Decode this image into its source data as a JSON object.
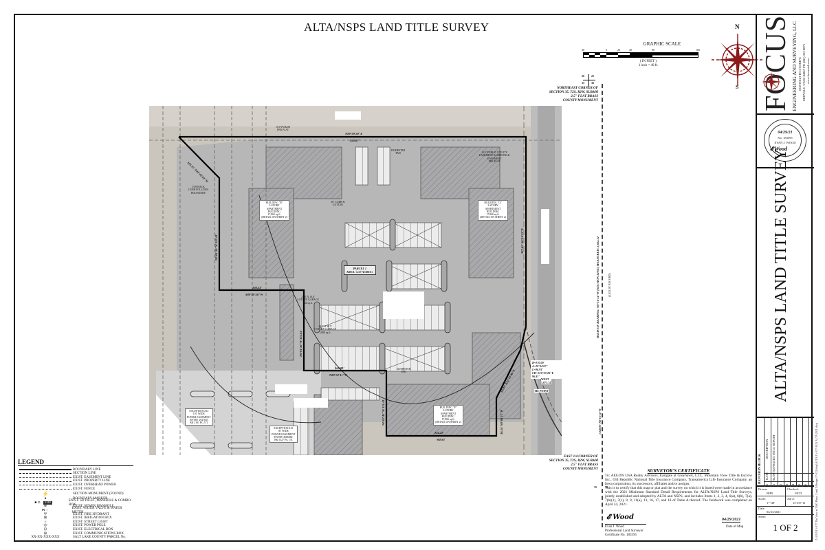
{
  "document": {
    "title": "ALTA/NSPS LAND TITLE SURVEY",
    "sheet": "1 OF 2"
  },
  "graphic_scale": {
    "title": "GRAPHIC SCALE",
    "ticks": [
      "40",
      "0",
      "20",
      "40",
      "80",
      "160"
    ],
    "units": "( IN FEET )",
    "ratio": "1 inch = 40 ft."
  },
  "compass": {
    "north": "N",
    "south": "S",
    "color": "#8b1a1a"
  },
  "firm": {
    "logo": "FOCUS",
    "name": "ENGINEERING AND SURVEYING, LLC",
    "address1": "6949 HIGH TECH DRIVE",
    "address2": "MIDVALE, UTAH 84047  PH (801) 352-0075",
    "web": "www.focusutah.com"
  },
  "seal": {
    "ring": "PROFESSIONAL LAND SURVEYOR",
    "date": "04/29/21",
    "license": "No. 183595",
    "name": "EVAN J. WOOD",
    "state": "STATE OF UTAH"
  },
  "revision_block": {
    "title": "REVISION BLOCK",
    "headers": [
      "#",
      "DATE",
      "DESCRIPTION"
    ],
    "rows": [
      {
        "num": "1",
        "date": "04/29/21",
        "desc": "UPDATED TITLE REPORT"
      },
      {
        "num": "2",
        "date": "",
        "desc": ""
      },
      {
        "num": "3",
        "date": "",
        "desc": ""
      },
      {
        "num": "4",
        "date": "",
        "desc": ""
      },
      {
        "num": "5",
        "date": "",
        "desc": ""
      },
      {
        "num": "6",
        "date": "",
        "desc": ""
      }
    ]
  },
  "sheet_info": {
    "drawn_label": "Drawn:",
    "drawn": "BHX",
    "checked_label": "Checked:",
    "checked": "BCD",
    "scale_label": "Scale:",
    "scale": "1\"=40'",
    "job_label": "Job #:",
    "job": "15-337-11",
    "date_label": "Date:",
    "date": "04/23/2021",
    "sheet_label": "Sheet:",
    "sheet": "1 OF 2"
  },
  "file_path": "Z:\\2015\\15-337 The View at 3500 Phase 2 and 3\\Design 17-332\\dwg\\ALTA\\15-337-2021 ALTA 2021.dwg",
  "legend": {
    "title": "LEGEND",
    "items": [
      {
        "symbol": "solid-heavy",
        "label": "BOUNDARY LINE"
      },
      {
        "symbol": "long-dash",
        "label": "SECTION LINE"
      },
      {
        "symbol": "dash",
        "label": "EXIST. EASEMENT LINE"
      },
      {
        "symbol": "dash-long",
        "label": "EXIST. PROPERTY LINE"
      },
      {
        "symbol": "ohp",
        "label": "EXIST. OVERHEAD POWER"
      },
      {
        "symbol": "fence",
        "label": "EXIST. FENCE"
      },
      {
        "symbol": "monument",
        "label": "SECTION MONUMENT (FOUND)"
      },
      {
        "symbol": "marker",
        "label": "BOUNDARY MARKER"
      },
      {
        "symbol": "sd-inlet",
        "label": "EXIST. SD INLET, MANHOLE & COMBO BOX"
      },
      {
        "symbol": "sewer-mh",
        "label": "EXIST. SEWER MANHOLE"
      },
      {
        "symbol": "water-valve",
        "label": "EXIST. WATER VALVE & WATER METER"
      },
      {
        "symbol": "hydrant",
        "label": "EXIST. FIRE HYDRANT"
      },
      {
        "symbol": "irrigation",
        "label": "EXIST. IRRIGATION BOX"
      },
      {
        "symbol": "light",
        "label": "EXIST. STREET LIGHT"
      },
      {
        "symbol": "pole",
        "label": "EXIST. POWER POLE"
      },
      {
        "symbol": "elec",
        "label": "EXIST. ELECTRICAL BOX"
      },
      {
        "symbol": "comm",
        "label": "EXIST. COMMUNICATIONS BOX"
      },
      {
        "symbol": "parcel",
        "label": "SALT LAKE COUNTY PARCEL No."
      }
    ],
    "parcel_symbol": "XX-XX-XXX-XXX",
    "sd_box_label": "1:00"
  },
  "certificate": {
    "title": "SURVEYOR'S CERTIFICATE",
    "to": "To:  AEGON USA Realty Advisors, Eastgate at Greyhawk, LLC, Mountain View Title & Escrow Inc., Old Republic National Title Insurance Company, Transamerica Life Insurance Company, an Iowa corporation, its successors, affiliates and/or assigns:",
    "body": "This is to certify that this map or plat and the survey on which it is based were made in accordance with the 2021 Minimum Standard Detail Requirements for ALTA/NSPS Land Title Surveys, jointly established and adopted by ALTA and NSPS, and includes Items 1, 2, 3, 4, 6(a), 6(b), 7(a), 7(b)(1), 7(c), 8, 9, 11(a), 13, 16, 17, and 18 of Table A thereof. The fieldwork was completed on April 24, 2021.",
    "signer": "Evan J. Wood",
    "role": "Professional Land Surveyor",
    "cert_no": "Certificate No. 183595",
    "date_of_map": "04/29/2021",
    "date_label": "Date of Map"
  },
  "corners": {
    "northeast": [
      "NORTHEAST CORNER OF",
      "SECTION 35, T2S, R2W, SLB&M",
      "2.5\" FLAT BRASS",
      "COUNTY MONUMENT"
    ],
    "east_quarter": [
      "EAST 1/4 CORNER OF",
      "SECTION 35, T2S, R2W, SLB&M",
      "2.5\" FLAT BRASS",
      "COUNTY MONUMENT"
    ],
    "ne_section_nums": [
      "26",
      "25",
      "35",
      "36"
    ],
    "e_section_nums": [
      "35",
      "36"
    ]
  },
  "basis_of_bearing": {
    "text": "BASIS OF BEARING: N0°16'14\"W (SECTION LINE) MEASURED: 2,652.52'",
    "sub": "(2,652.58' RECORD)"
  },
  "plan": {
    "parcel": "PARCEL 1",
    "area": "AREA: 5.57 ACRES±",
    "dims": {
      "north_bearing": "N89°29'20\"E",
      "north_dist": "593.07'",
      "nw_bearing": "N41°43'10\"W",
      "nw_dist": "101.35'",
      "west_bearing": "N0°01'50\"W",
      "west_dist": "197.43'",
      "sw_step_dist": "108.33'",
      "sw_step_bearing": "S89°59'50\"W",
      "mid_west_bearing": "N0°01'50\"W",
      "mid_west_dist": "131.61'",
      "south_step_dist": "166.09'",
      "south_step_bearing": "N89°52'11\"W",
      "south_west_bearing": "N0°07'45\"W",
      "south_west_dist": "131.41'",
      "south_dist": "234.22'",
      "south_bearing": "WEST",
      "east_bearing": "S0°16'23\"E",
      "east_dist": "337.65'",
      "se_bearing": "N0°08'11\"W",
      "se_dist": "30.54'",
      "se_diag_bearing": "N32°10'46\"E",
      "se_diag_dist": "65.22'",
      "curve_r": "R=270.00'",
      "curve_delta": "Δ=20°34'07\"",
      "curve_l": "L=96.93'",
      "curve_ch": "CH=S10°35'26\"E  96.41'",
      "tie_bearing": "WEST",
      "tie_dist": "1,073.74'",
      "tie_point": "TIE POINT",
      "east_line_dist": "1,020.92'",
      "east_line_bearing": "N0°16'14\"W"
    },
    "labels": {
      "easement_north": [
        "10.0' PU&DE",
        "PER PLAT"
      ],
      "easement_ne": [
        "13.0' PUBLIC UTILITY",
        "EASEMENT & SIDEWALK",
        "EASEMENT",
        "PER PLAT"
      ],
      "top_back": [
        "TOP BACK",
        "CURB FOLLOWS",
        "BOUNDARY"
      ],
      "curb_gutter": [
        "30\" CURB &",
        "GUTTER"
      ],
      "dumpster_pad_n": [
        "DUMPSTER",
        "PAD"
      ],
      "dumpster_pad_s": [
        "DUMPSTER",
        "PAD"
      ],
      "building_r": [
        "BUILDING \"R\"",
        "3-STORY",
        "APARTMENT BUILDING",
        "17,865 sq.ft.",
        "(DETAIL ON SHEET 2)"
      ],
      "building_q": [
        "BUILDING \"Q\"",
        "3-STORY",
        "APARTMENT BUILDING",
        "17,866 sq.ft.",
        "(DETAIL ON SHEET 2)"
      ],
      "building_p": [
        "BUILDING \"P\"",
        "3-STORY",
        "APARTMENT BUILDING",
        "17,866 sq.ft.",
        "(DETAIL ON SHEET 2)"
      ],
      "garage_small": [
        "21.0' X 10.0'",
        "1-STORY GARAGE",
        "424 sq.ft."
      ],
      "garage_large": [
        "24.5' X 30.5'",
        "1-STORY GARAGE",
        "3,880 sq.ft."
      ],
      "exception4": [
        "EXCEPTION #14",
        "110' WIDE",
        "POWER EASEMENT",
        "ENTRY 2947635",
        "BK 2191 PG 571"
      ],
      "exception5": [
        "EXCEPTION #15",
        "50' WIDE",
        "POWER EASEMENT",
        "ENTRY 3686882",
        "BK 5527 PG 174"
      ]
    }
  }
}
